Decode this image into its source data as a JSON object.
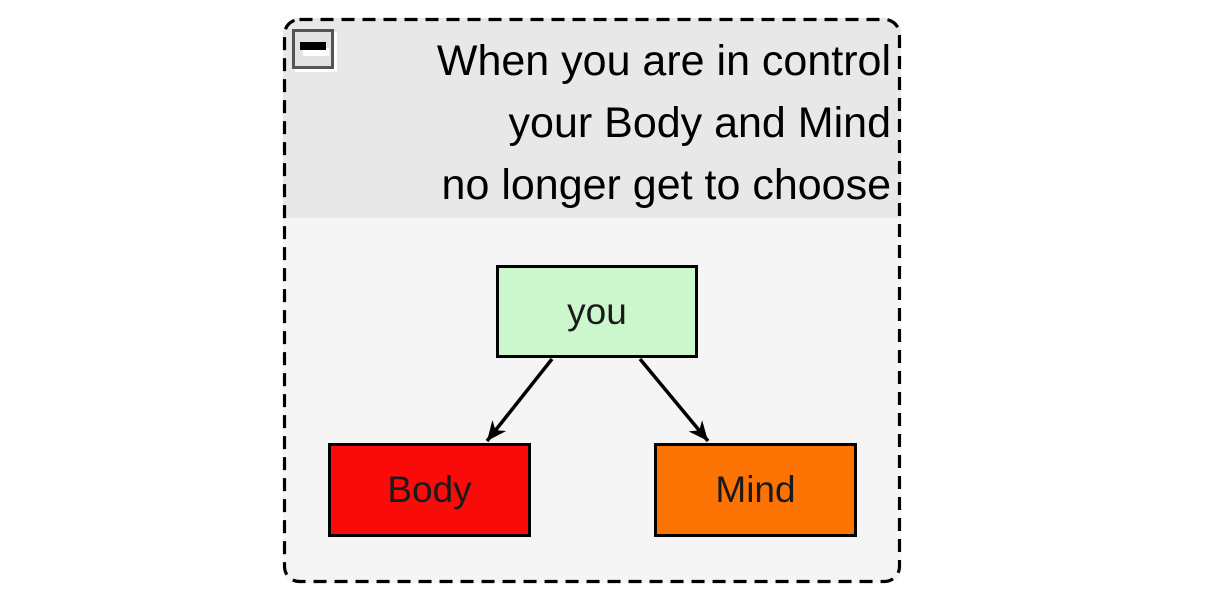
{
  "container": {
    "title_lines": [
      "When you are in control",
      "your Body and Mind",
      "no longer get to choose"
    ],
    "collapse_icon": "minus-icon",
    "state": "expanded"
  },
  "nodes": [
    {
      "id": "you",
      "label": "you",
      "fill": "#ccf7cc",
      "border": "#000000"
    },
    {
      "id": "body",
      "label": "Body",
      "fill": "#fb0a0a",
      "border": "#000000"
    },
    {
      "id": "mind",
      "label": "Mind",
      "fill": "#fc7303",
      "border": "#000000"
    }
  ],
  "edges": [
    {
      "from": "you",
      "to": "body",
      "color": "#000000",
      "arrowhead": "classic"
    },
    {
      "from": "you",
      "to": "mind",
      "color": "#000000",
      "arrowhead": "classic"
    }
  ],
  "colors": {
    "page_background": "#ffffff",
    "group_body_background": "#f5f5f5",
    "group_header_background": "#e8e8e8",
    "group_border": "#000000",
    "text": "#000000"
  }
}
